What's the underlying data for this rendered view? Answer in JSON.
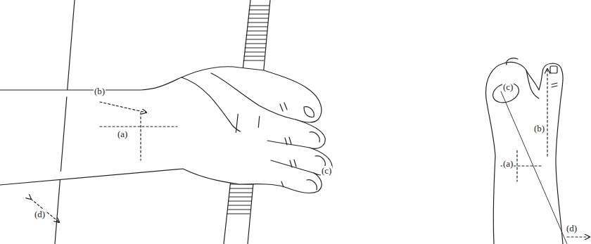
{
  "diagram": {
    "labels": [
      "(a)",
      "(b)",
      "(c)",
      "(d)",
      "(a)",
      "(b)",
      "(c)",
      "(d)"
    ]
  }
}
